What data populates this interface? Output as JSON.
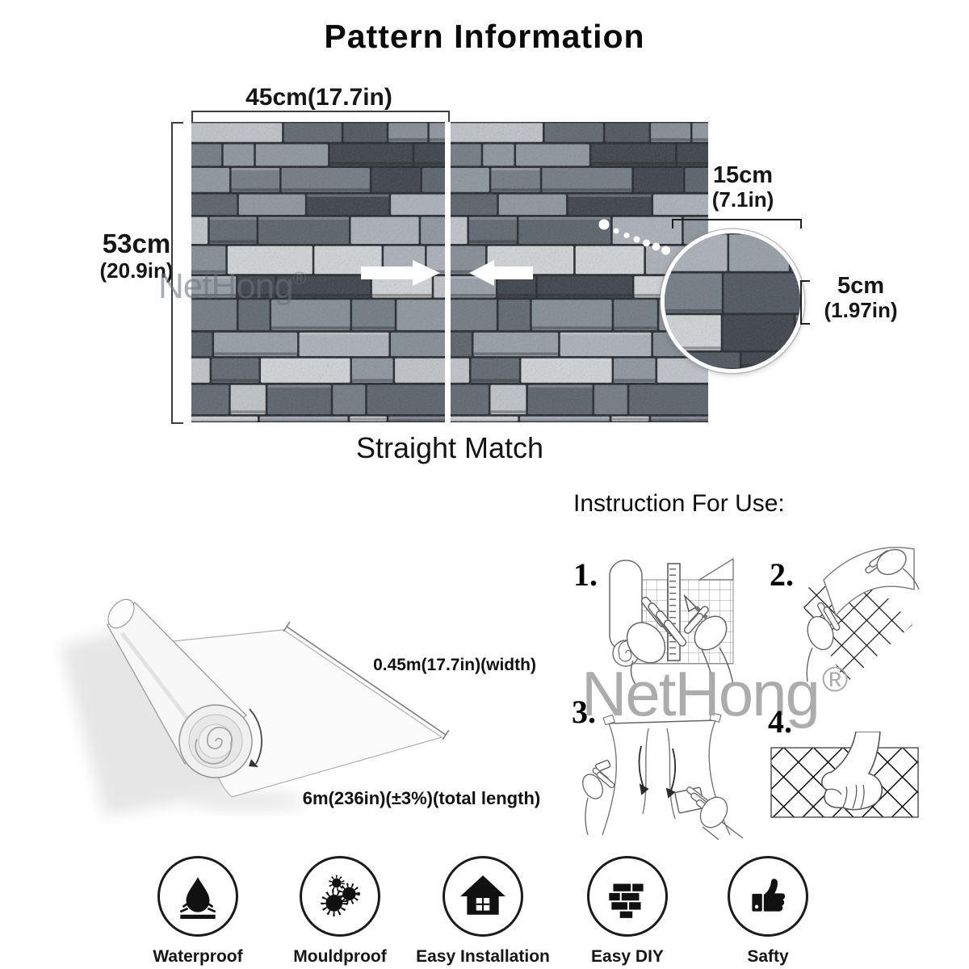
{
  "title": "Pattern Information",
  "pattern": {
    "width_label": "45cm(17.7in)",
    "height_label_line1": "53cm",
    "height_label_line2": "(20.9in)",
    "match_label": "Straight Match"
  },
  "detail_callout": {
    "brick_width_line1": "15cm",
    "brick_width_line2": "(7.1in)",
    "brick_height_line1": "5cm",
    "brick_height_line2": "(1.97in)"
  },
  "watermark": {
    "brand": "NetHong",
    "registered_mark": "®",
    "color_large": "#a8a8a8"
  },
  "roll": {
    "width_label": "0.45m(17.7in)(width)",
    "length_label": "6m(236in)(±3%)(total length)"
  },
  "instructions": {
    "heading": "Instruction For Use:",
    "steps": [
      {
        "number": "1."
      },
      {
        "number": "2."
      },
      {
        "number": "3."
      },
      {
        "number": "4."
      }
    ]
  },
  "features": [
    {
      "label": "Waterproof",
      "icon": "water-drop-icon"
    },
    {
      "label": "Mouldproof",
      "icon": "mould-spores-icon"
    },
    {
      "label": "Easy Installation",
      "icon": "house-icon"
    },
    {
      "label": "Easy DIY",
      "icon": "brick-wall-icon"
    },
    {
      "label": "Safty",
      "icon": "thumbs-up-icon"
    }
  ]
}
